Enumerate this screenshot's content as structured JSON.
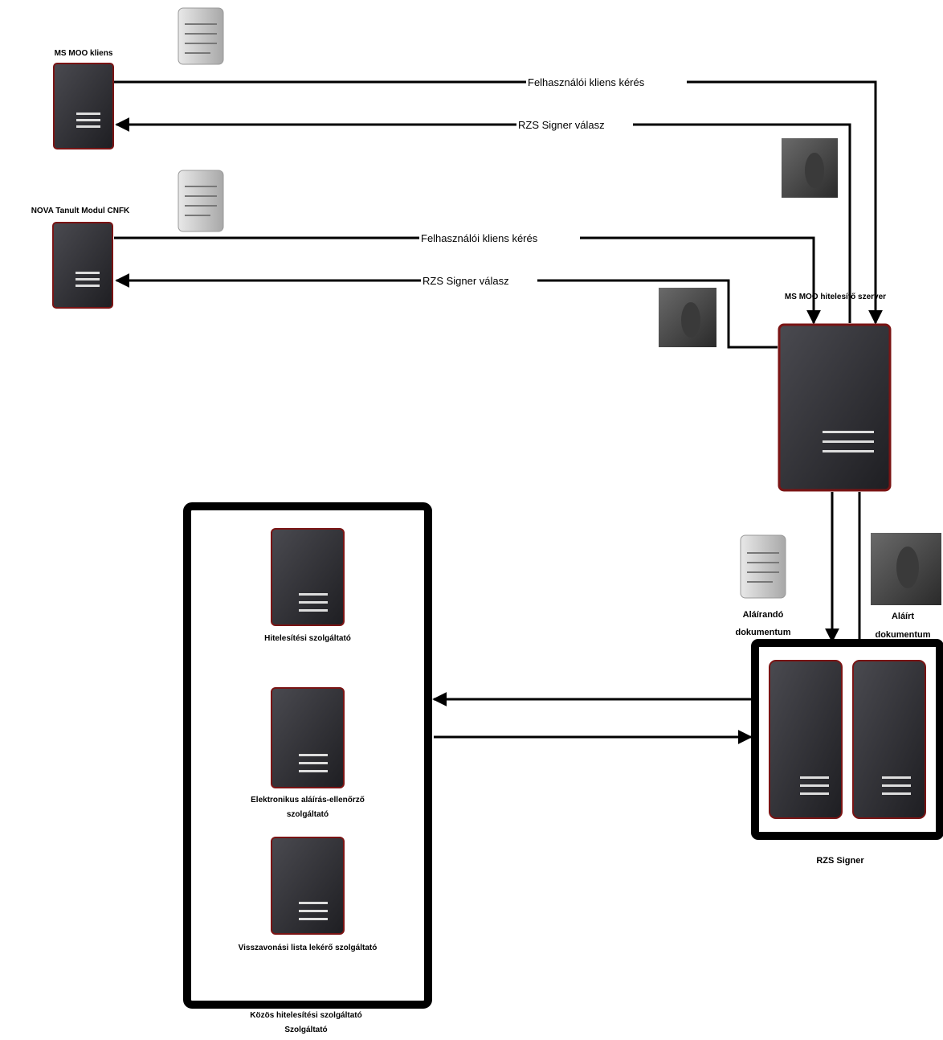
{
  "nodes": {
    "client1": {
      "label": "MS MOO kliens"
    },
    "client2": {
      "label": "NOVA Tanult Modul CNFK"
    },
    "server": {
      "label": "MS MOO hitelesítő szerver"
    },
    "signer": {
      "label": "RZS Signer"
    },
    "provider_group": {
      "label_line1": "Közös hitelesítési szolgáltató",
      "label_line2": "Szolgáltató"
    },
    "provider1": {
      "label": "Hitelesítési szolgáltató"
    },
    "provider2": {
      "label_line1": "Elektronikus aláírás-ellenőrző",
      "label_line2": "szolgáltató"
    },
    "provider3": {
      "label": "Visszavonási lista lekérő szolgáltató"
    }
  },
  "connections": {
    "c1_request": "Felhasználói kliens kérés",
    "c1_response": "RZS Signer válasz",
    "c2_request": "Felhasználói kliens kérés",
    "c2_response": "RZS Signer válasz"
  },
  "documents": {
    "to_sign": {
      "label_line1": "Aláírandó",
      "label_line2": "dokumentum"
    },
    "signed": {
      "label_line1": "Aláírt",
      "label_line2": "dokumentum"
    }
  },
  "colors": {
    "server_fill": "#2a2a2e",
    "server_edge": "#8a1a1a",
    "document_fill": "#cfcfcf",
    "certificate_fill": "#555555",
    "line": "#000000"
  },
  "icons": {
    "server": "server-tower-icon",
    "document": "document-stack-icon",
    "certificate": "signed-certificate-icon"
  }
}
